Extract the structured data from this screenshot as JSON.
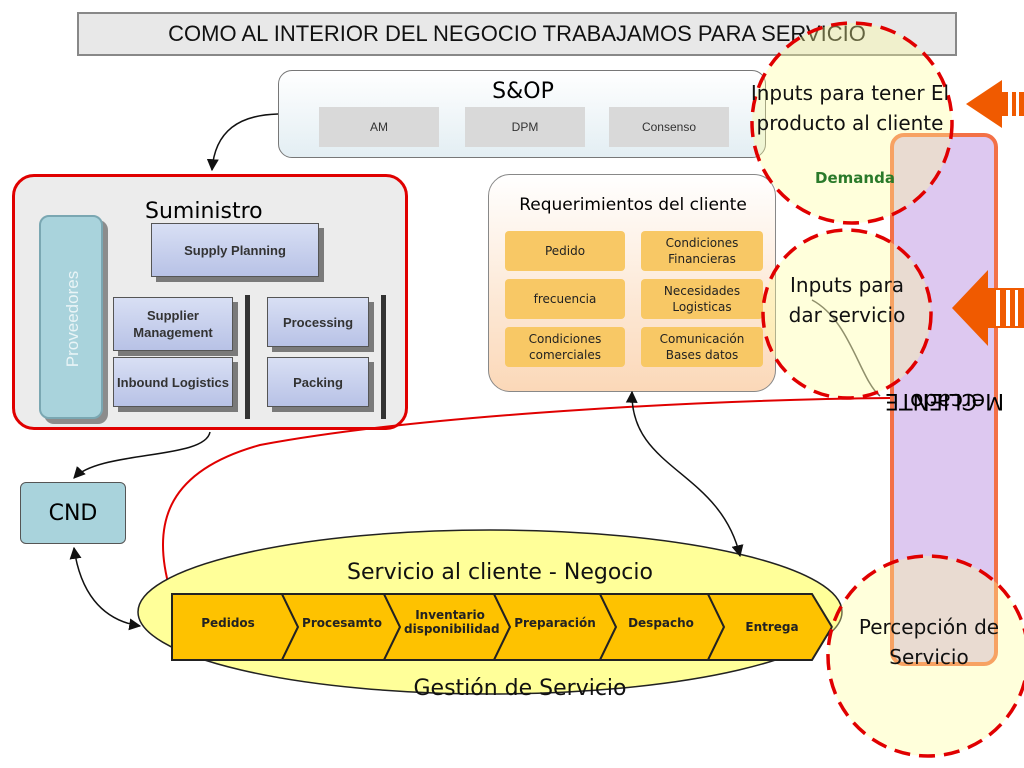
{
  "title": "COMO AL INTERIOR DEL NEGOCIO TRABAJAMOS PARA SERVICIO",
  "sop": {
    "title": "S&OP",
    "chips": [
      "AM",
      "DPM",
      "Consenso"
    ]
  },
  "suministro": {
    "title": "Suministro",
    "proveedores": "Proveedores",
    "supply_planning": "Supply Planning",
    "supplier_management": "Supplier Management",
    "inbound_logistics": "Inbound Logistics",
    "processing": "Processing",
    "packing": "Packing"
  },
  "requerimientos": {
    "title": "Requerimientos del cliente",
    "items": [
      "Pedido",
      "Condiciones Financieras",
      "frecuencia",
      "Necesidades Logisticas",
      "Condiciones comerciales",
      "Comunicación Bases datos"
    ]
  },
  "cnd": "CND",
  "servicio": {
    "top_label": "Servicio al cliente - Negocio",
    "bottom_label": "Gestión de Servicio",
    "steps": [
      "Pedidos",
      "Procesamto",
      "Inventario disponibilidad",
      "Preparación",
      "Despacho",
      "Entrega"
    ]
  },
  "cliente": {
    "line1": "CLIENTE",
    "line2": "Mercado"
  },
  "callouts": {
    "producto": "Inputs para tener El producto al cliente",
    "demanda": "Demanda",
    "servicio": "Inputs para dar servicio",
    "percepcion": "Percepción de Servicio"
  },
  "colors": {
    "border_red": "#e00000",
    "chevron": "#fec200",
    "ellipse": "#ffff99",
    "cliente_fill": "#ddc8f0",
    "arrow_orange": "#f05a00"
  }
}
